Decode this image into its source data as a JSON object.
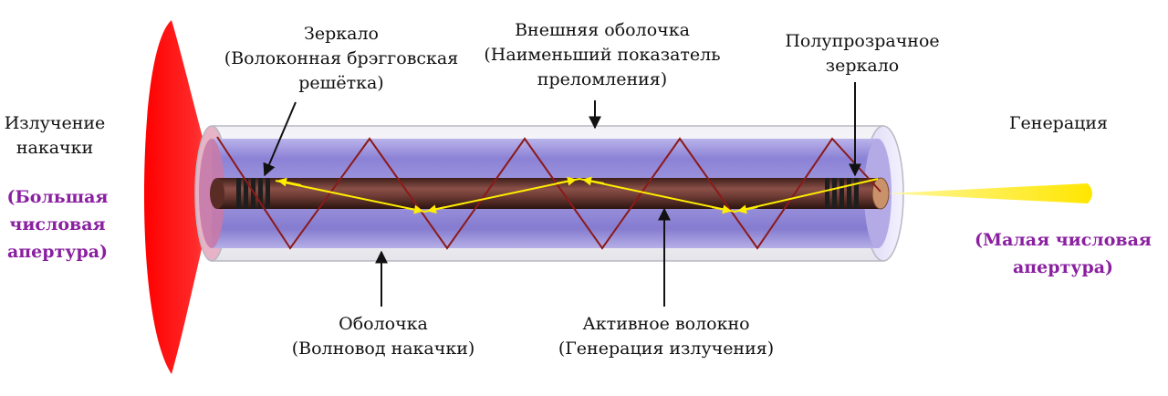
{
  "labels": {
    "pump_radiation": [
      "Излучение",
      "накачки"
    ],
    "pump_na": [
      "(Большая",
      "числовая",
      "апертура)"
    ],
    "mirror": [
      "Зеркало",
      "(Волоконная брэгговская",
      "решётка)"
    ],
    "outer_cladding": [
      "Внешняя оболочка",
      "(Наименьший показатель",
      "преломления)"
    ],
    "semi_mirror": [
      "Полупрозрачное",
      "зеркало"
    ],
    "generation": "Генерация",
    "output_na": [
      "(Малая числовая",
      "апертура)"
    ],
    "cladding": [
      "Оболочка",
      "(Волновод накачки)"
    ],
    "active_fiber": [
      "Активное волокно",
      "(Генерация излучения)"
    ]
  },
  "colors": {
    "pump_red": "#ff1414",
    "pump_ray": "#8b1a1a",
    "laser_ray": "#ffee00",
    "output_beam": "#ffe600",
    "cladding": "#8f85d8",
    "core": "#6b3a34",
    "grating": "#222222",
    "na_text": "#8a1fa0"
  }
}
